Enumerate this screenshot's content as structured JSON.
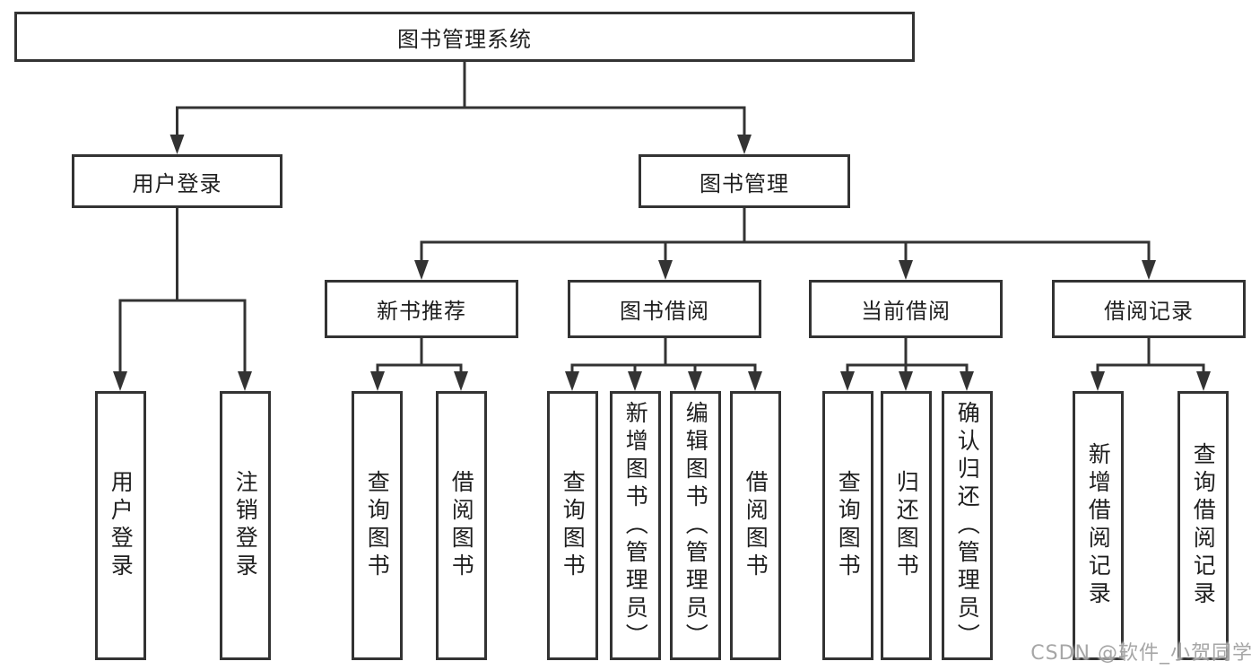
{
  "diagram": {
    "type": "org-chart",
    "colors": {
      "line": "#333333",
      "box_border": "#333333",
      "text": "#1f1f1f",
      "watermark": "#969696",
      "background": "#ffffff"
    },
    "nodes": {
      "root": "图书管理系统",
      "user_login": "用户登录",
      "book_mgmt": "图书管理",
      "new_book": "新书推荐",
      "book_borrow": "图书借阅",
      "current_borrow": "当前借阅",
      "borrow_record": "借阅记录",
      "leaf_user_login": "用户登录",
      "leaf_logout": "注销登录",
      "leaf_nb_query": "查询图书",
      "leaf_nb_borrow": "借阅图书",
      "leaf_bb_query": "查询图书",
      "leaf_bb_add": "新增图书（管理员）",
      "leaf_bb_edit": "编辑图书（管理员）",
      "leaf_bb_borrow": "借阅图书",
      "leaf_cb_query": "查询图书",
      "leaf_cb_return": "归还图书",
      "leaf_cb_confirm": "确认归还（管理员）",
      "leaf_br_add": "新增借阅记录",
      "leaf_br_query": "查询借阅记录"
    },
    "watermark": "CSDN @软件_小贺同学"
  }
}
